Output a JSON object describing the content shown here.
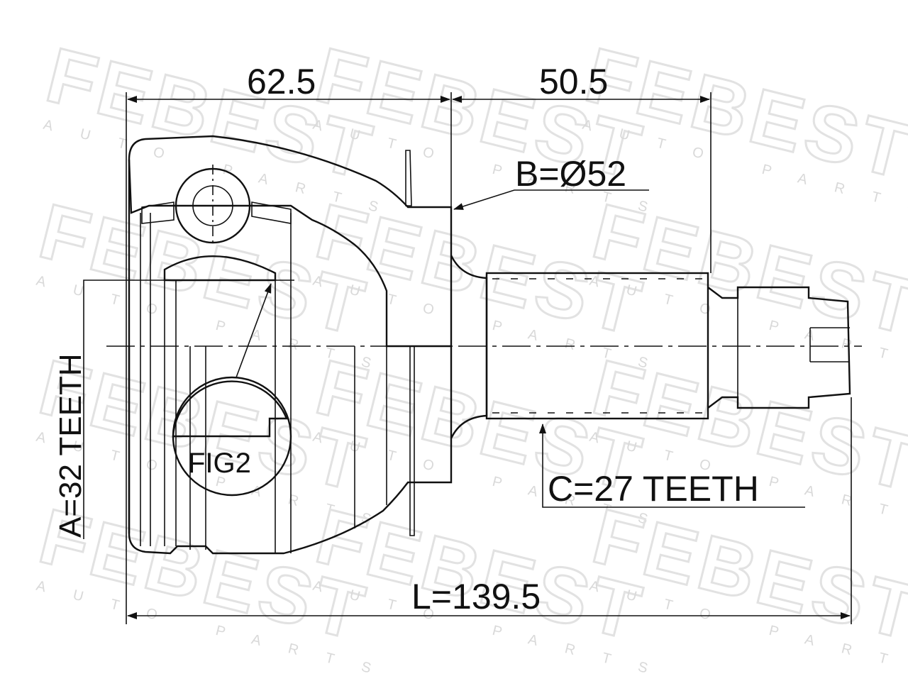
{
  "watermark": {
    "brand": "FEBEST",
    "sub": "AUTO PARTS"
  },
  "dimensions": {
    "outer_length": "62.5",
    "shaft_length": "50.5",
    "total_length": "L=139.5",
    "seal_diameter": "B=Ø52",
    "inner_spline": "A=32 TEETH",
    "outer_spline": "C=27 TEETH"
  },
  "detail_label": "FIG2"
}
